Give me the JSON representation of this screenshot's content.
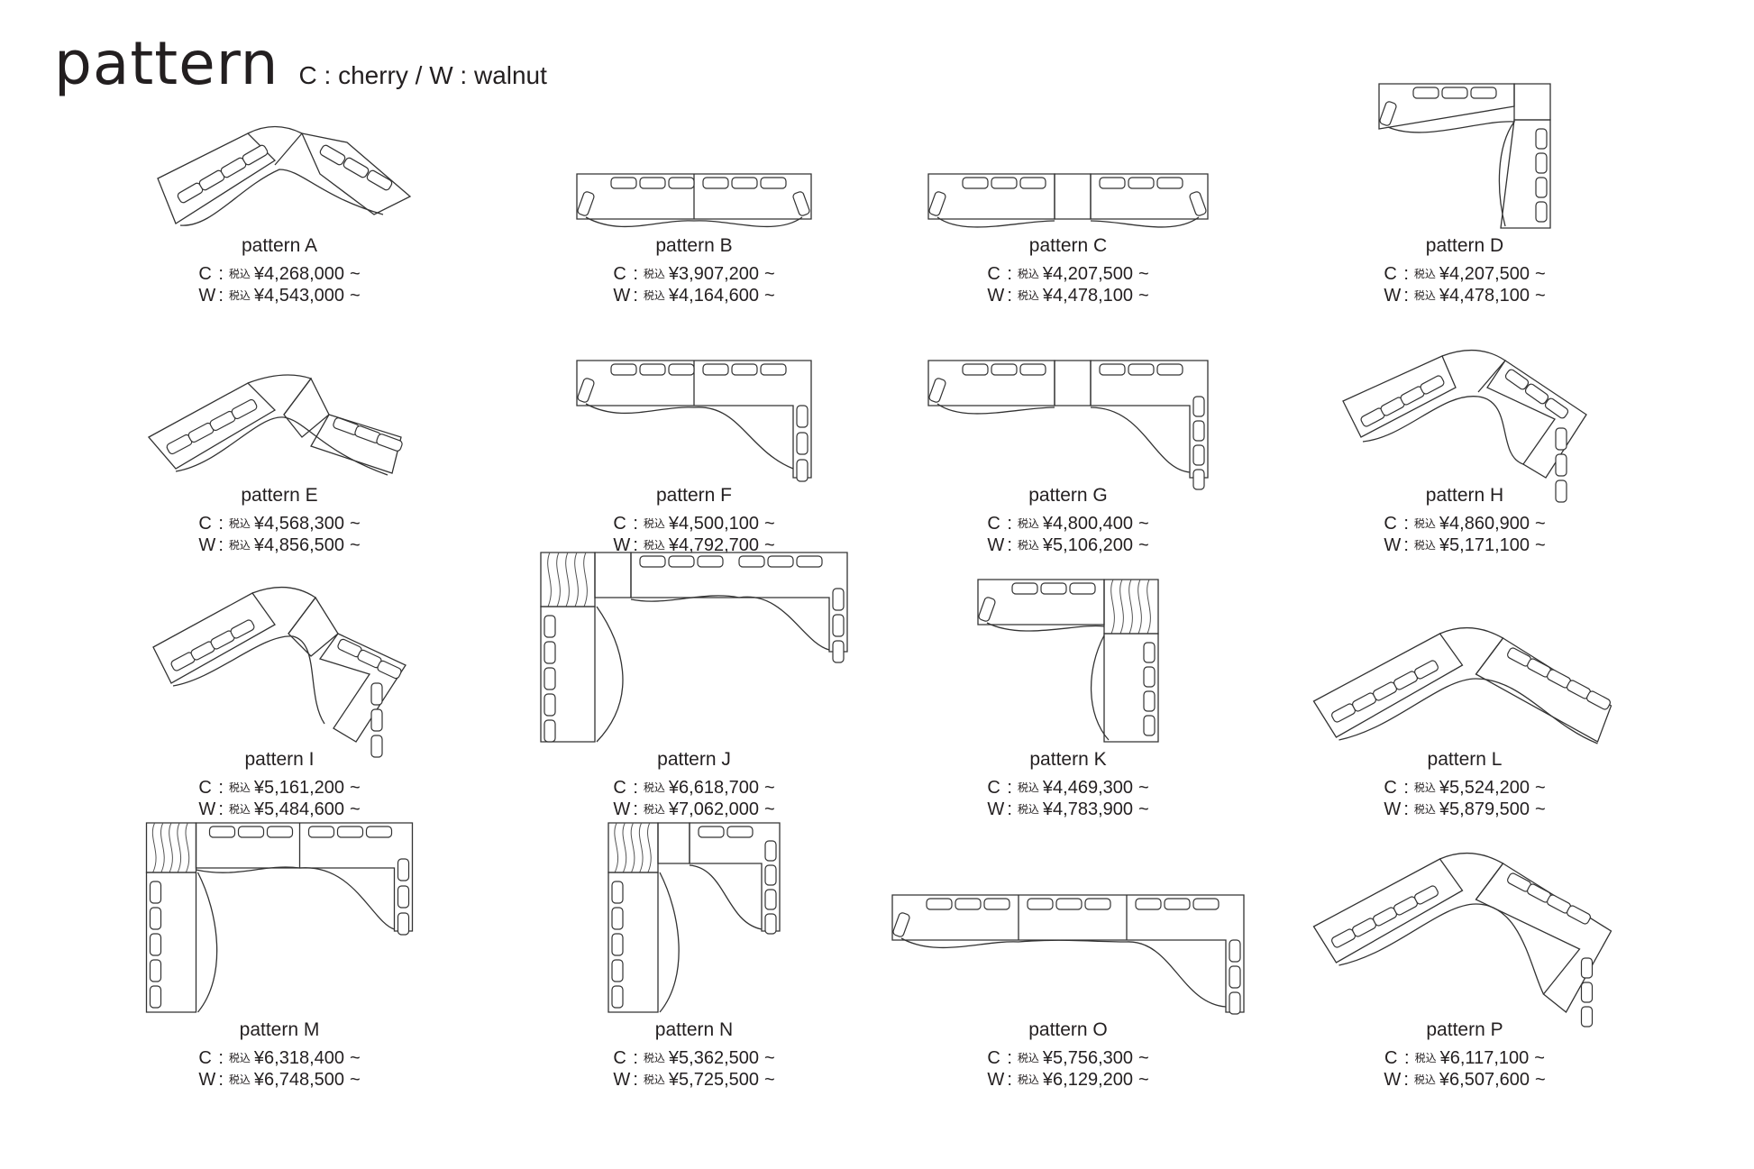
{
  "header": {
    "title": "pattern",
    "legend": "C : cherry / W : walnut"
  },
  "tax_label": "税込",
  "wood_codes": {
    "cherry": "C",
    "walnut": "W"
  },
  "patterns": [
    {
      "label": "pattern A",
      "cherry": "¥4,268,000",
      "walnut": "¥4,543,000",
      "shape": "chevron-3"
    },
    {
      "label": "pattern B",
      "cherry": "¥3,907,200",
      "walnut": "¥4,164,600",
      "shape": "straight-2"
    },
    {
      "label": "pattern C",
      "cherry": "¥4,207,500",
      "walnut": "¥4,478,100",
      "shape": "straight-gap"
    },
    {
      "label": "pattern D",
      "cherry": "¥4,207,500",
      "walnut": "¥4,478,100",
      "shape": "corner-l"
    },
    {
      "label": "pattern E",
      "cherry": "¥4,568,300",
      "walnut": "¥4,856,500",
      "shape": "chevron-4"
    },
    {
      "label": "pattern F",
      "cherry": "¥4,500,100",
      "walnut": "¥4,792,700",
      "shape": "straight-2-turn"
    },
    {
      "label": "pattern G",
      "cherry": "¥4,800,400",
      "walnut": "¥5,106,200",
      "shape": "straight-gap-turn"
    },
    {
      "label": "pattern H",
      "cherry": "¥4,860,900",
      "walnut": "¥5,171,100",
      "shape": "chevron-turn"
    },
    {
      "label": "pattern I",
      "cherry": "¥5,161,200",
      "walnut": "¥5,484,600",
      "shape": "chevron-4-turn"
    },
    {
      "label": "pattern J",
      "cherry": "¥6,618,700",
      "walnut": "¥7,062,000",
      "shape": "u-table"
    },
    {
      "label": "pattern K",
      "cherry": "¥4,469,300",
      "walnut": "¥4,783,900",
      "shape": "corner-table"
    },
    {
      "label": "pattern L",
      "cherry": "¥5,524,200",
      "walnut": "¥5,879,500",
      "shape": "chevron-long"
    },
    {
      "label": "pattern M",
      "cherry": "¥6,318,400",
      "walnut": "¥6,748,500",
      "shape": "u-table-long"
    },
    {
      "label": "pattern N",
      "cherry": "¥5,362,500",
      "walnut": "¥5,725,500",
      "shape": "u-table-short"
    },
    {
      "label": "pattern O",
      "cherry": "¥5,756,300",
      "walnut": "¥6,129,200",
      "shape": "straight-3-turn"
    },
    {
      "label": "pattern P",
      "cherry": "¥6,117,100",
      "walnut": "¥6,507,600",
      "shape": "chevron-long-turn"
    }
  ]
}
